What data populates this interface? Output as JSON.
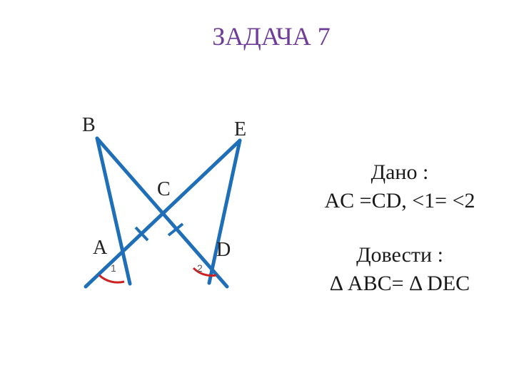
{
  "title": "ЗАДАЧА 7",
  "points": {
    "B": "B",
    "E": "E",
    "C": "C",
    "A": "A",
    "D": "D"
  },
  "angles": {
    "a1": "1",
    "a2": "2"
  },
  "given": {
    "heading": "Дано :",
    "text": "AC =CD, <1= <2"
  },
  "prove": {
    "heading": "Довести :",
    "text": "Δ ABC= Δ DEC"
  },
  "colors": {
    "title": "#6f3c98",
    "lines": "#1f6fb8",
    "angle_marks": "#cc2222"
  }
}
